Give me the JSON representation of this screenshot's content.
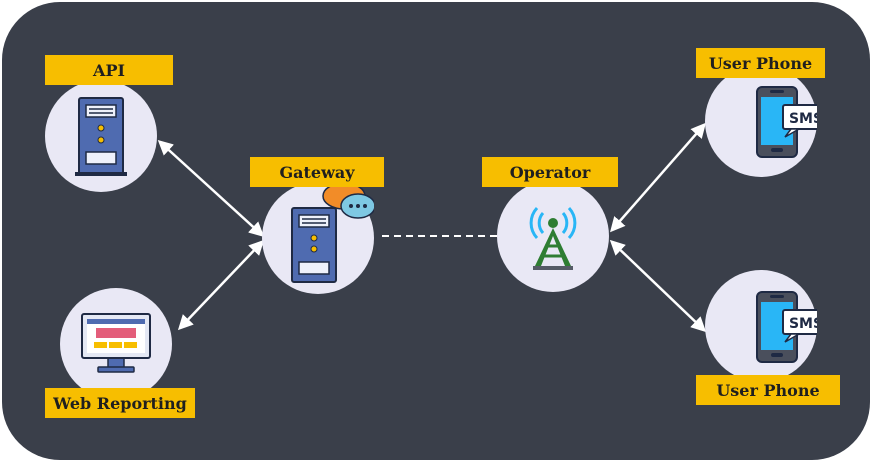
{
  "nodes": {
    "api": {
      "label": "API"
    },
    "web_reporting": {
      "label": "Web Reporting"
    },
    "gateway": {
      "label": "Gateway"
    },
    "operator": {
      "label": "Operator"
    },
    "user_phone_top": {
      "label": "User Phone",
      "sms": "SMS"
    },
    "user_phone_bottom": {
      "label": "User Phone",
      "sms": "SMS"
    }
  },
  "colors": {
    "background": "#3a3f4a",
    "label_fill": "#f7be00",
    "node_fill": "#e9e8f5",
    "server_blue": "#4f6bb0",
    "screen_cyan": "#29b6f6",
    "tower_green": "#2e7d32"
  }
}
